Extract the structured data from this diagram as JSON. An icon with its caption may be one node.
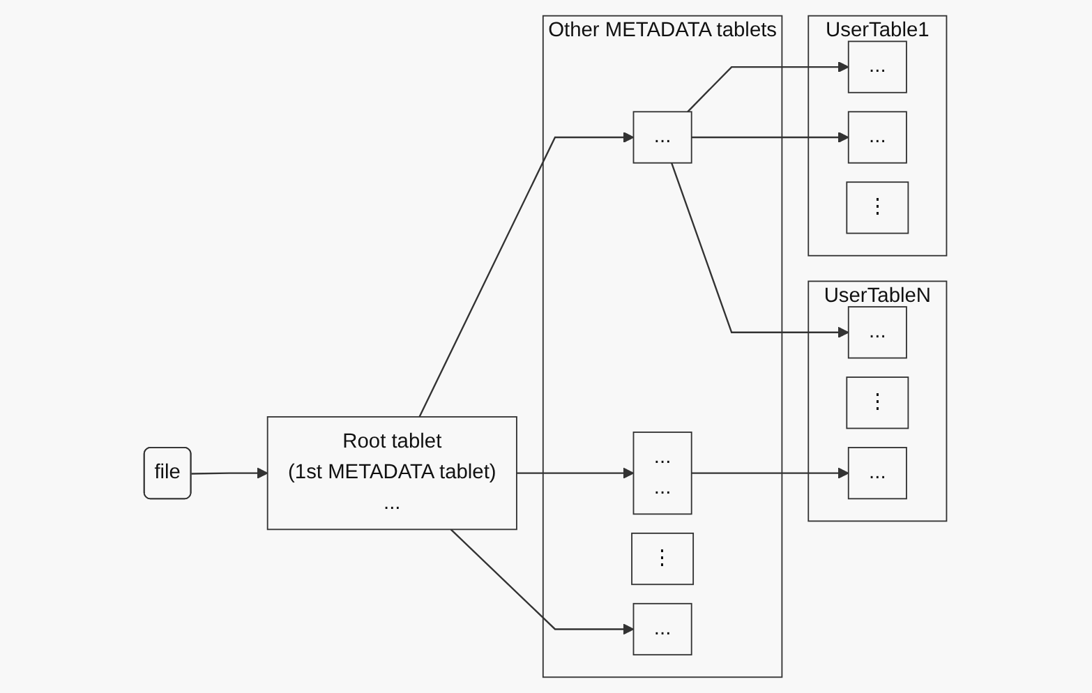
{
  "diagram": {
    "nodes": [
      {
        "text": [
          "file"
        ]
      },
      {
        "text": [
          "Root tablet",
          "(1st METADATA tablet)",
          "..."
        ]
      },
      {
        "text": [
          "Other METADATA tablets"
        ]
      },
      {
        "text": [
          "..."
        ],
        "in": 2
      },
      {
        "text": [
          "...",
          "..."
        ],
        "in": 2
      },
      {
        "text": [
          "⋮"
        ],
        "in": 2
      },
      {
        "text": [
          "..."
        ],
        "in": 2
      },
      {
        "text": [
          "UserTable1"
        ]
      },
      {
        "text": [
          "..."
        ],
        "in": 7
      },
      {
        "text": [
          "..."
        ],
        "in": 7
      },
      {
        "text": [
          "⋮"
        ],
        "in": 7
      },
      {
        "text": [
          "UserTableN"
        ]
      },
      {
        "text": [
          "..."
        ],
        "in": 11
      },
      {
        "text": [
          "⋮"
        ],
        "in": 11
      },
      {
        "text": [
          "..."
        ],
        "in": 11
      }
    ],
    "edges": [
      {
        "from": 0,
        "to": 1,
        "arrow": "to"
      },
      {
        "from": 1,
        "to": 3,
        "arrow": "to"
      },
      {
        "from": 1,
        "to": 4,
        "arrow": "to"
      },
      {
        "from": 1,
        "to": 6,
        "arrow": "to"
      },
      {
        "from": 3,
        "to": 8,
        "arrow": "to"
      },
      {
        "from": 3,
        "to": 9,
        "arrow": "to"
      },
      {
        "from": 3,
        "to": 12,
        "arrow": "to"
      },
      {
        "from": 4,
        "to": 14,
        "arrow": "to"
      }
    ]
  }
}
